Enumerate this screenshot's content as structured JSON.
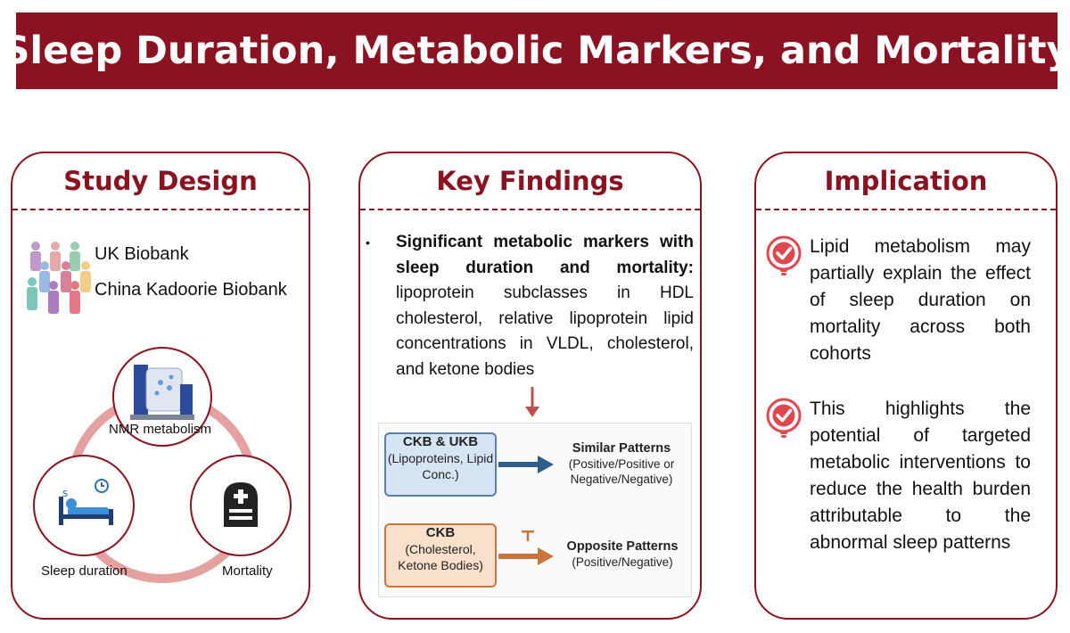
{
  "title": "Sleep Duration, Metabolic Markers, and Mortality",
  "study_design": {
    "heading": "Study Design",
    "cohorts": [
      "UK Biobank",
      "China Kadoorie Biobank"
    ],
    "nodes": {
      "nmr": "NMR metabolism",
      "sleep": "Sleep duration",
      "mortality": "Mortality"
    }
  },
  "key_findings": {
    "heading": "Key Findings",
    "bullet_bold": "Significant metabolic markers with sleep duration and mortality:",
    "bullet_text": " lipoprotein subclasses in HDL cholesterol, relative lipoprotein lipid concentrations in VLDL, cholesterol, and ketone bodies",
    "box1": {
      "title": "CKB & UKB",
      "detail": "(Lipoproteins, Lipid Conc.)"
    },
    "result1": {
      "title": "Similar Patterns",
      "detail": "(Positive/Positive or Negative/Negative)"
    },
    "box2": {
      "title": "CKB",
      "detail": "(Cholesterol, Ketone Bodies)"
    },
    "result2": {
      "title": "Opposite Patterns",
      "detail": "(Positive/Negative)"
    }
  },
  "implication": {
    "heading": "Implication",
    "points": [
      "Lipid metabolism may partially explain the effect of sleep duration on mortality across both cohorts",
      "This highlights the potential of targeted metabolic interventions to reduce the health burden attributable to the abnormal sleep patterns"
    ]
  },
  "colors": {
    "brand": "#8b1221",
    "accent_red": "#e0484f",
    "cycle_ring": "#e5a0a0",
    "blue_box": "#d6e4f3",
    "orange_box": "#f9e0cb"
  }
}
